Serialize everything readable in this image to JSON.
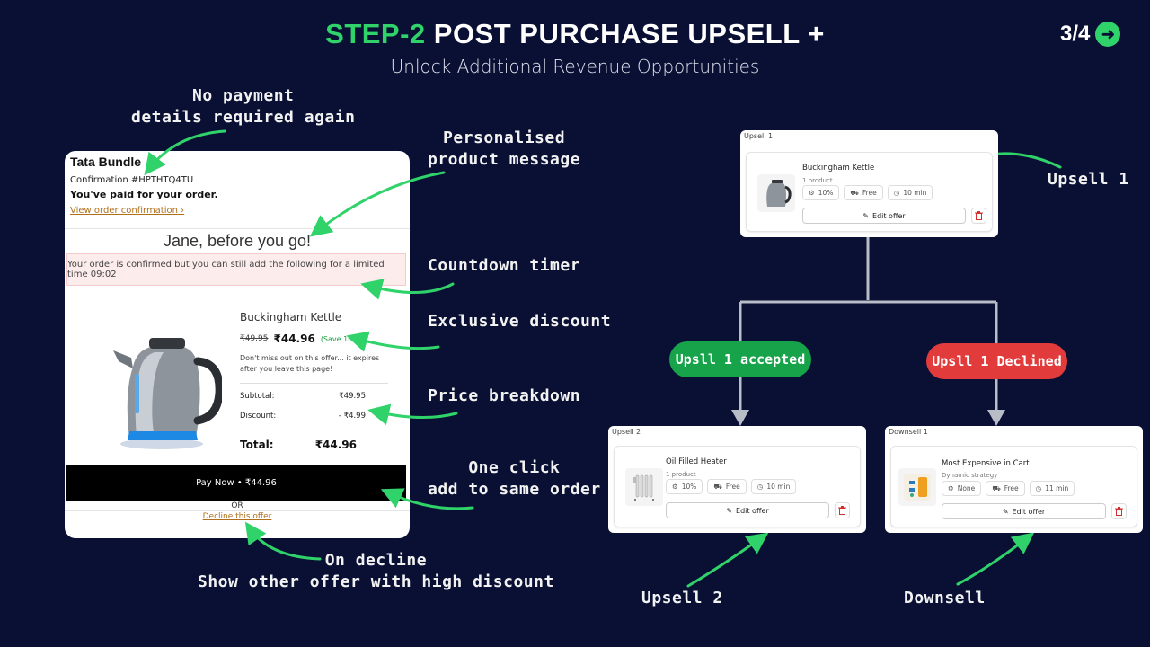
{
  "header": {
    "title_highlight": "STEP-2",
    "title_rest": "POST PURCHASE UPSELL +",
    "subtitle": "Unlock Additional Revenue Opportunities",
    "pager": "3/4"
  },
  "checkout": {
    "store": "Tata Bundle",
    "confirmation": "Confirmation #HPTHTQ4TU",
    "paid": "You've paid for your order.",
    "view_link": "View order confirmation ›",
    "greeting": "Jane, before you go!",
    "banner": "Your order is confirmed but you can still add the following for a limited time 09:02",
    "product_name": "Buckingham Kettle",
    "old_price": "₹49.95",
    "new_price": "₹44.96",
    "save": "(Save 10%)",
    "note": "Don't miss out on this offer... it expires after you leave this page!",
    "subtotal_label": "Subtotal:",
    "subtotal_value": "₹49.95",
    "discount_label": "Discount:",
    "discount_value": "- ₹4.99",
    "total_label": "Total:",
    "total_value": "₹44.96",
    "pay_button": "Pay Now • ₹44.96",
    "or": "OR",
    "decline": "Decline this offer"
  },
  "annotations": {
    "no_payment_1": "No payment",
    "no_payment_2": "details required again",
    "personalised_1": "Personalised",
    "personalised_2": "product message",
    "countdown": "Countdown timer",
    "exclusive": "Exclusive discount",
    "price_breakdown": "Price breakdown",
    "one_click_1": "One click",
    "one_click_2": "add to same order",
    "on_decline_1": "On decline",
    "on_decline_2": "Show other offer with high discount",
    "upsell1": "Upsell 1",
    "upsell2": "Upsell 2",
    "downsell": "Downsell"
  },
  "flow": {
    "upsell1": {
      "label": "Upsell 1",
      "name": "Buckingham Kettle",
      "sub": "1 product",
      "chip_discount": "10%",
      "chip_shipping": "Free",
      "chip_time": "10 min",
      "edit": "Edit offer"
    },
    "accepted": "Upsll 1 accepted",
    "declined": "Upsll 1 Declined",
    "upsell2": {
      "label": "Upsell 2",
      "name": "Oil Filled Heater",
      "sub": "1 product",
      "chip_discount": "10%",
      "chip_shipping": "Free",
      "chip_time": "10 min",
      "edit": "Edit offer"
    },
    "downsell1": {
      "label": "Downsell 1",
      "name": "Most Expensive in Cart",
      "sub": "Dynamic strategy",
      "chip_discount": "None",
      "chip_shipping": "Free",
      "chip_time": "11 min",
      "edit": "Edit offer"
    }
  },
  "colors": {
    "background": "#0a1033",
    "accent_green": "#2fd36a",
    "accepted_green": "#16a34a",
    "declined_red": "#e23b3b"
  }
}
